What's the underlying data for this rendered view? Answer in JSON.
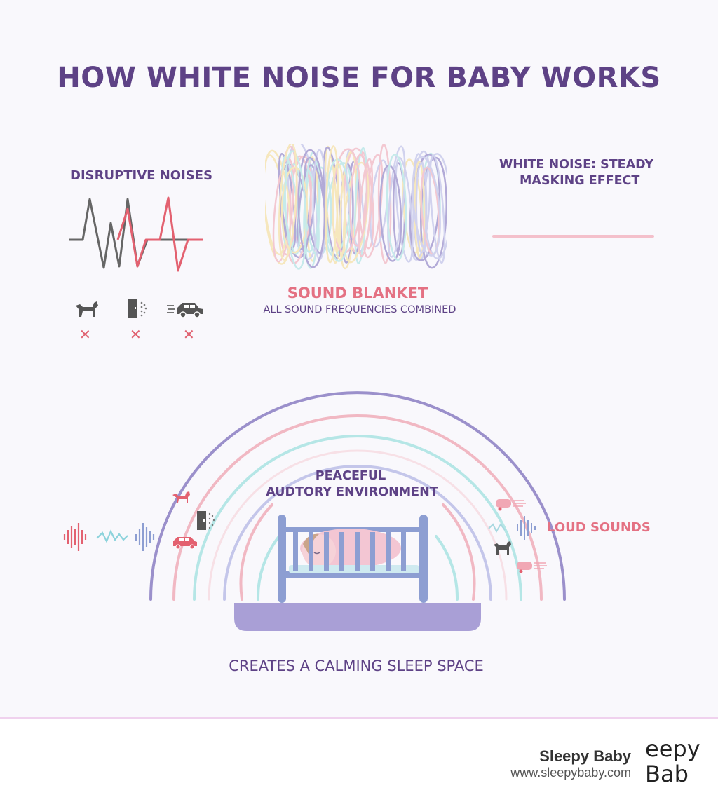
{
  "title": "HOW WHITE NOISE FOR BABY WORKS",
  "disruptive": {
    "label": "DISRUPTIVE NOISES",
    "sources": [
      {
        "icon": "dog-icon",
        "blocked": "✕"
      },
      {
        "icon": "door-icon",
        "blocked": "✕"
      },
      {
        "icon": "car-icon",
        "blocked": "✕"
      }
    ]
  },
  "blanket": {
    "label": "SOUND BLANKET",
    "sublabel": "ALL SOUND FREQUENCIES COMBINED"
  },
  "white_noise": {
    "label_line1": "WHITE NOISE: STEADY",
    "label_line2": "MASKING EFFECT"
  },
  "center": {
    "label_line1": "PEACEFUL",
    "label_line2": "AUDTORY ENVIRONMENT"
  },
  "loud_label": "LOUD SOUNDS",
  "caption": "CREATES A CALMING SLEEP SPACE",
  "footer": {
    "brand": "Sleepy Baby",
    "url": "www.sleepybaby.com",
    "logo_line1": "eepy",
    "logo_line2": "Bab"
  },
  "colors": {
    "purple": "#5e4286",
    "pink": "#e47183",
    "arc_purple": "#9b90cb",
    "arc_pink": "#f1b8c3",
    "arc_teal": "#b5e6e6",
    "crib": "#8d9ed2",
    "mattress": "#a99fd6"
  }
}
